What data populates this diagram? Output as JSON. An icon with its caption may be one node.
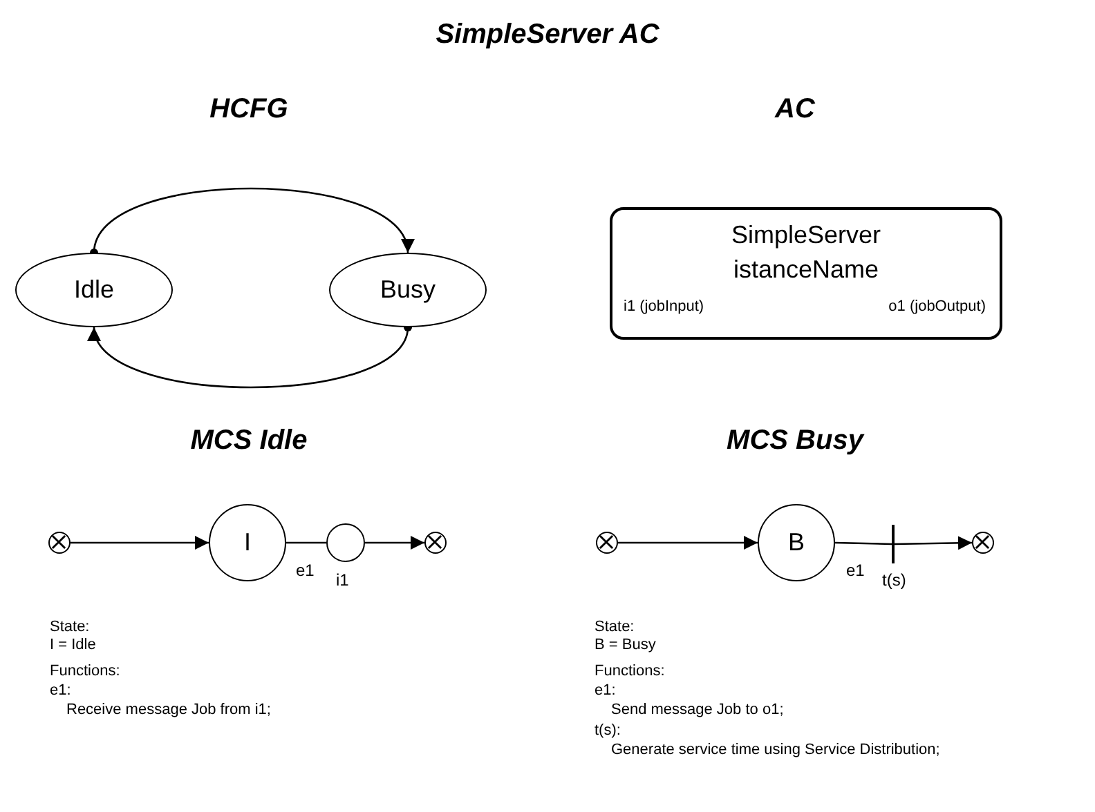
{
  "diagram": {
    "title": "SimpleServer AC",
    "nodes": [
      {
        "text": [
          "Idle"
        ]
      },
      {
        "text": [
          "Busy"
        ]
      },
      {
        "text": [
          "SimpleServer",
          "istanceName",
          "i1 (jobInput)",
          "o1 (jobOutput)"
        ]
      },
      {
        "text": [],
        "shape": "circle"
      },
      {
        "text": [
          "I"
        ]
      },
      {
        "text": [],
        "shape": "circle",
        "beside": [
          "i1"
        ]
      },
      {
        "text": [],
        "shape": "circle"
      },
      {
        "text": [],
        "shape": "circle"
      },
      {
        "text": [
          "B"
        ]
      },
      {
        "text": [],
        "shape": "bar",
        "beside": [
          "t(s)"
        ]
      },
      {
        "text": [],
        "shape": "circle"
      }
    ],
    "edges": [
      {
        "from": 0,
        "to": 1,
        "arrow": "to"
      },
      {
        "from": 1,
        "to": 0,
        "arrow": "to"
      },
      {
        "from": 3,
        "to": 4,
        "arrow": "to"
      },
      {
        "from": 4,
        "to": 5,
        "arrow": "none",
        "label": "e1"
      },
      {
        "from": 5,
        "to": 6,
        "arrow": "to"
      },
      {
        "from": 7,
        "to": 8,
        "arrow": "to"
      },
      {
        "from": 8,
        "to": 9,
        "arrow": "none",
        "label": "e1"
      },
      {
        "from": 9,
        "to": 10,
        "arrow": "to"
      }
    ],
    "labels": [
      "HCFG",
      "AC",
      "MCS Idle",
      "MCS Busy",
      "State:",
      "I = Idle",
      "Functions:",
      "e1:",
      "Receive message Job from i1;",
      "State:",
      "B = Busy",
      "Functions:",
      "e1:",
      "Send message Job to o1;",
      "t(s):",
      "Generate service time using Service Distribution;"
    ]
  }
}
